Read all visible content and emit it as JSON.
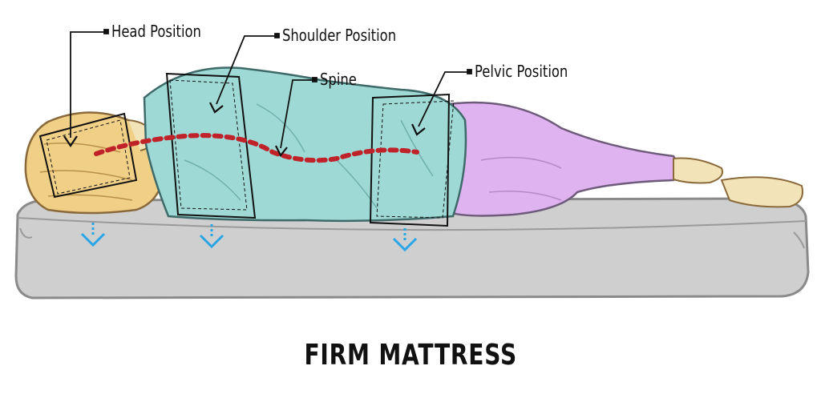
{
  "labels": {
    "head": "Head Position",
    "shoulder": "Shoulder Position",
    "spine": "Spine",
    "pelvic": "Pelvic Position"
  },
  "caption": "FIRM MATTRESS",
  "colors": {
    "shirt": "#9fd9d6",
    "pants": "#dfb3f0",
    "hair": "#f0cf86",
    "skin": "#f3e3b8",
    "mattress": "#cfcfcf",
    "spine": "#c0222a",
    "arrow": "#2aa6e6"
  }
}
